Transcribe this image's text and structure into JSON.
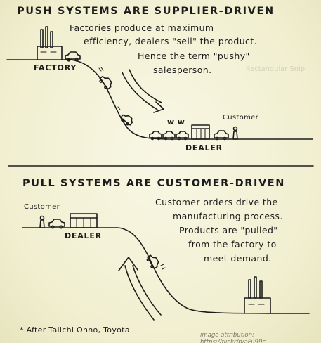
{
  "push": {
    "title": "PUSH SYSTEMS ARE SUPPLIER-DRIVEN",
    "note_lines": [
      "Factories produce at maximum",
      "efficiency, dealers \"sell\" the product.",
      "Hence the term \"pushy\"",
      "salesperson."
    ],
    "factory_label": "FACTORY",
    "dealer_label": "DEALER",
    "customer_label": "Customer",
    "goods_label": "w w"
  },
  "pull": {
    "title": "PULL SYSTEMS ARE CUSTOMER-DRIVEN",
    "note_lines": [
      "Customer orders drive the",
      "manufacturing process.",
      "Products are \"pulled\"",
      "from the factory to",
      "meet demand."
    ],
    "customer_label": "Customer",
    "dealer_label": "DEALER"
  },
  "footnote": "* After Taiichi Ohno, Toyota",
  "attribution": "image attribution: https://flickr/p/aFu99c",
  "overlay_text": "Rectangular Snip"
}
